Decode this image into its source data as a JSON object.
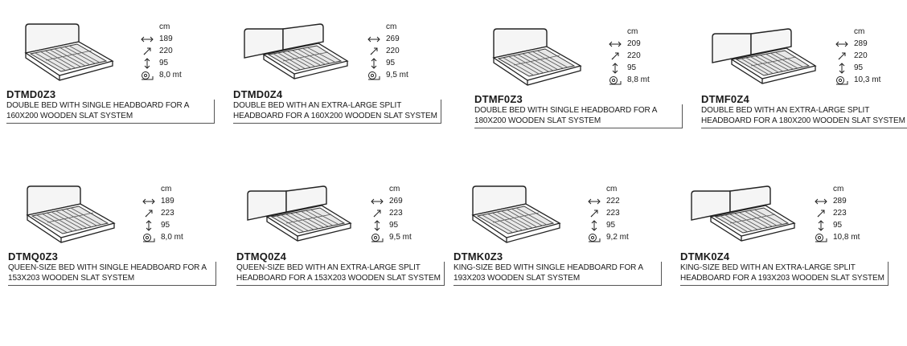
{
  "unit": "cm",
  "items": [
    {
      "code": "DTMD0Z3",
      "desc": "DOUBLE BED WITH SINGLE HEADBOARD FOR A 160X200 WOODEN SLAT SYSTEM",
      "w": "189",
      "d": "220",
      "h": "95",
      "fabric": "8,0 mt",
      "headboard": "single"
    },
    {
      "code": "DTMD0Z4",
      "desc": "DOUBLE BED WITH AN EXTRA-LARGE SPLIT HEADBOARD FOR A 160X200 WOODEN SLAT SYSTEM",
      "w": "269",
      "d": "220",
      "h": "95",
      "fabric": "9,5 mt",
      "headboard": "split"
    },
    {
      "code": "DTMF0Z3",
      "desc": "DOUBLE BED WITH SINGLE HEADBOARD FOR A 180X200 WOODEN SLAT SYSTEM",
      "w": "209",
      "d": "220",
      "h": "95",
      "fabric": "8,8 mt",
      "headboard": "single"
    },
    {
      "code": "DTMF0Z4",
      "desc": "DOUBLE BED WITH AN EXTRA-LARGE SPLIT HEADBOARD FOR A 180X200 WOODEN SLAT SYSTEM",
      "w": "289",
      "d": "220",
      "h": "95",
      "fabric": "10,3 mt",
      "headboard": "split"
    },
    {
      "code": "DTMQ0Z3",
      "desc": "QUEEN-SIZE BED WITH SINGLE HEADBOARD FOR A 153X203 WOODEN SLAT SYSTEM",
      "w": "189",
      "d": "223",
      "h": "95",
      "fabric": "8,0 mt",
      "headboard": "single"
    },
    {
      "code": "DTMQ0Z4",
      "desc": "QUEEN-SIZE BED WITH AN EXTRA-LARGE SPLIT HEADBOARD FOR A 153X203 WOODEN SLAT SYSTEM",
      "w": "269",
      "d": "223",
      "h": "95",
      "fabric": "9,5 mt",
      "headboard": "split"
    },
    {
      "code": "DTMK0Z3",
      "desc": "KING-SIZE BED WITH SINGLE HEADBOARD FOR A 193X203 WOODEN SLAT SYSTEM",
      "w": "222",
      "d": "223",
      "h": "95",
      "fabric": "9,2 mt",
      "headboard": "single"
    },
    {
      "code": "DTMK0Z4",
      "desc": "KING-SIZE BED WITH AN EXTRA-LARGE SPLIT HEADBOARD FOR A 193X203 WOODEN SLAT SYSTEM",
      "w": "289",
      "d": "223",
      "h": "95",
      "fabric": "10,8 mt",
      "headboard": "split"
    }
  ]
}
